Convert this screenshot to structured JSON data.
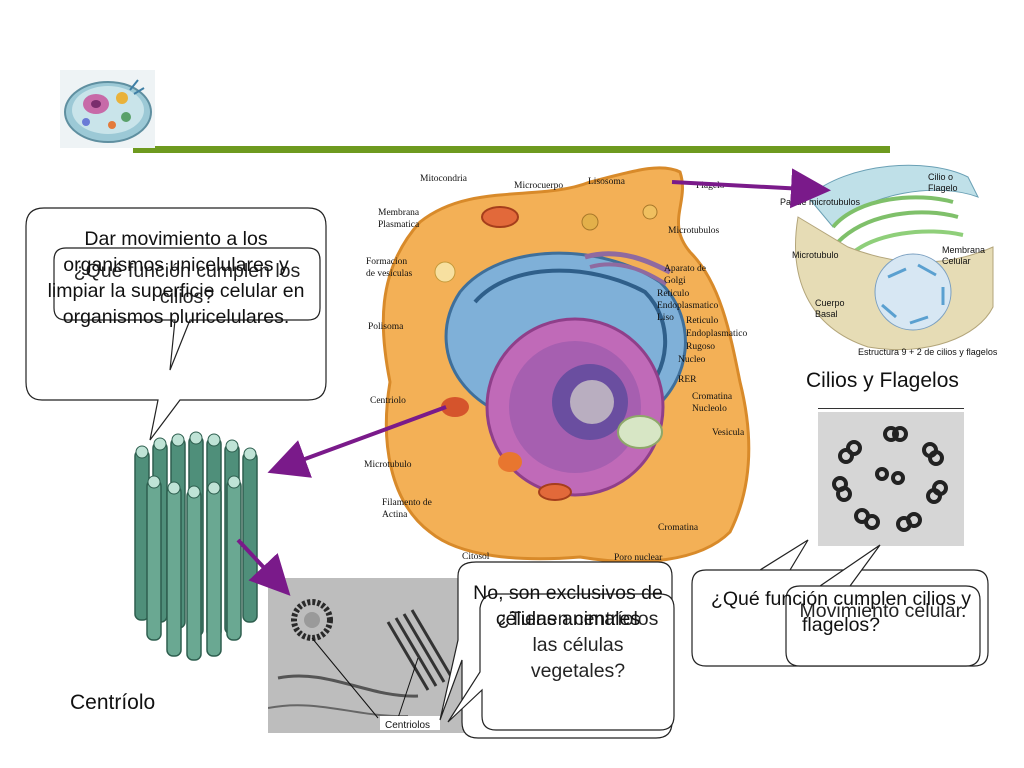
{
  "cell_labels": {
    "mitocondria": "Mitocondria",
    "microcuerpo": "Microcuerpo",
    "lisosoma": "Lisosoma",
    "flagelo": "Flagelo",
    "membrana_1": "Membrana",
    "membrana_2": "Plasmatica",
    "microtubulos": "Microtubulos",
    "formacion_1": "Formacion",
    "formacion_2": "de vesiculas",
    "aparato_1": "Aparato de",
    "aparato_2": "Golgi",
    "reticulo_liso_1": "Reticulo",
    "reticulo_liso_2": "Endoplasmatico",
    "reticulo_liso_3": "Liso",
    "polisoma": "Polisoma",
    "reticulo_rugoso_1": "Reticulo",
    "reticulo_rugoso_2": "Endoplasmatico",
    "reticulo_rugoso_3": "Rugoso",
    "nucleo": "Nucleo",
    "rer": "RER",
    "centriolo": "Centriolo",
    "cromatina_1": "Cromatina",
    "nucleolo": "Nucleolo",
    "vesicula": "Vesicula",
    "microtubulo": "Microtubulo",
    "filamento_1": "Filamento de",
    "filamento_2": "Actina",
    "cromatina_2": "Cromatina",
    "citosol": "Citosol",
    "poro": "Poro nuclear"
  },
  "flagellum_labels": {
    "cilio_1": "Cilio o",
    "cilio_2": "Flagelo",
    "par": "Par de microtubulos",
    "microtubulo": "Microtubulo",
    "membrana_1": "Membrana",
    "membrana_2": "Celular",
    "cuerpo_1": "Cuerpo",
    "cuerpo_2": "Basal",
    "estructura": "Estructura 9 + 2 de cilios y flagelos"
  },
  "captions": {
    "cilios_flagelos": "Cilios y Flagelos",
    "centriolo": "Centríolo",
    "centriolos_micro": "Centriolos"
  },
  "callouts": {
    "left_answer": "Dar movimiento a los organismos unicelulares y limpiar la superficie celular en organismos pluricelulares.",
    "left_question": "¿Qué función cumplen los cilios?",
    "middle_answer": "No, son exclusivos de células animales",
    "middle_question": "¿Tienen centríolos las células vegetales?",
    "right_question": "¿Qué función cumplen cilios y flagelos?",
    "right_answer": "Movimiento celular."
  },
  "colors": {
    "bar": "#6e9a1f",
    "arrow": "#7a1a8a"
  }
}
